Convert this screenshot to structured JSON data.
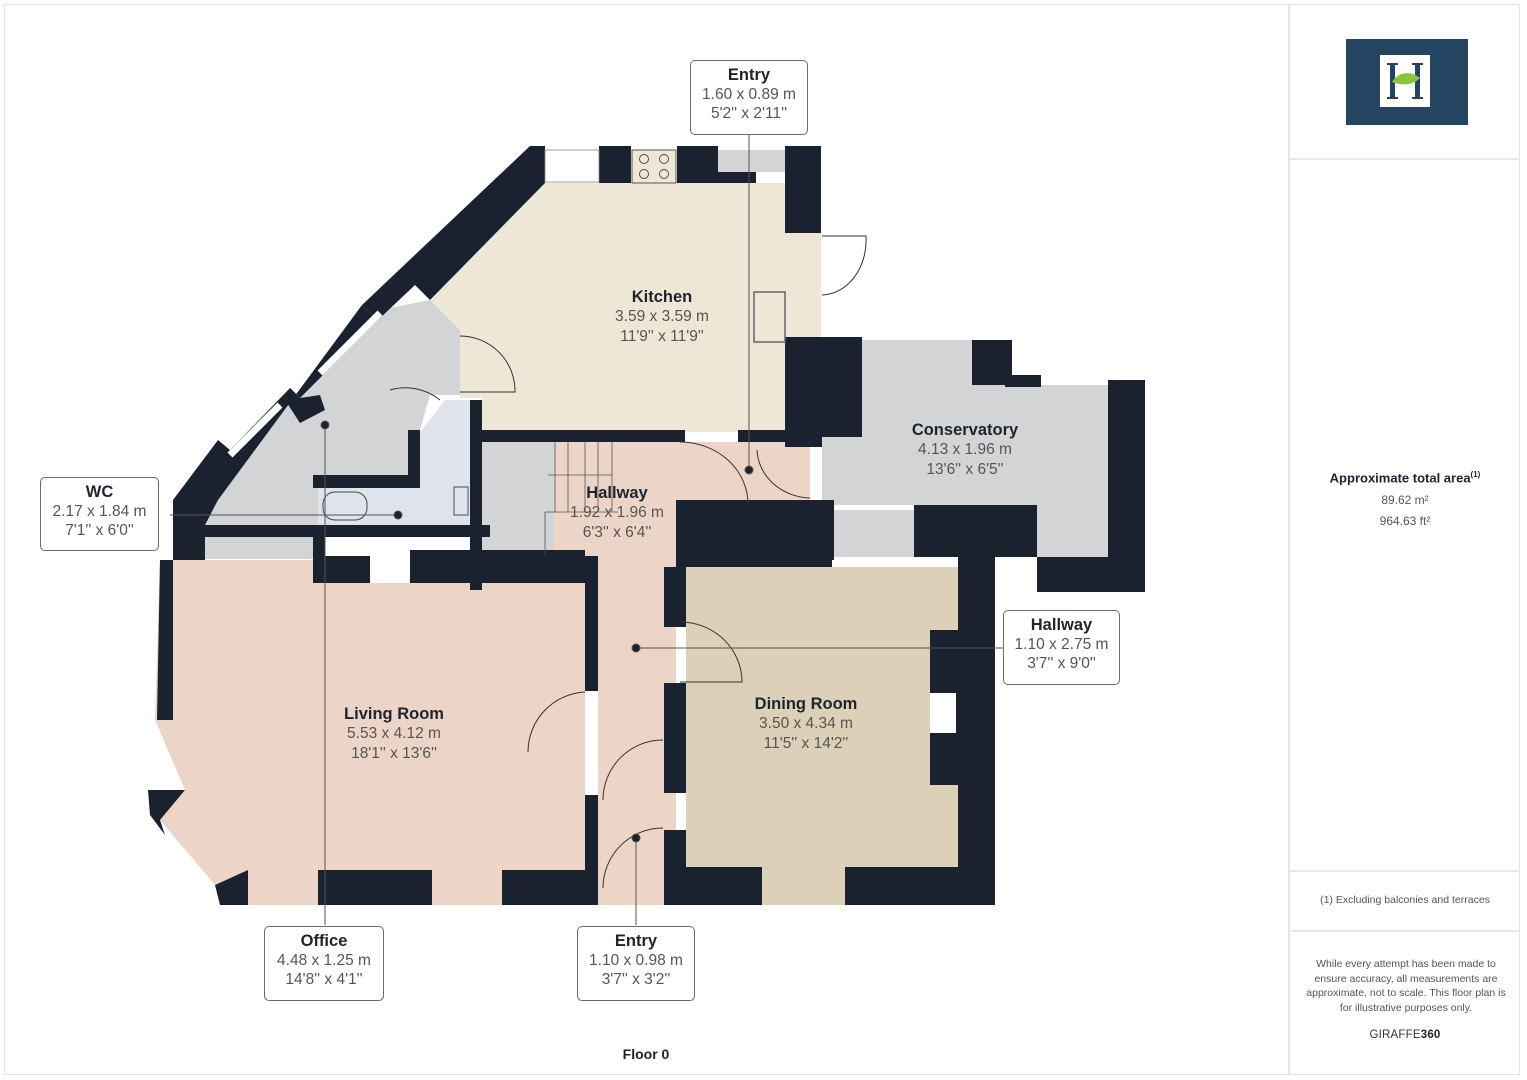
{
  "floor": {
    "label": "Floor 0"
  },
  "colors": {
    "wall": "#1a2230",
    "kitchen": "#efe7d6",
    "hallway": "#ecd5c6",
    "living": "#ecd5c6",
    "dining": "#dcd1b8",
    "grey_room": "#d3d4d6",
    "wc": "#dfe3ec",
    "logo_bg": "#244462",
    "logo_leaf": "#8bc53f"
  },
  "rooms": [
    {
      "id": "kitchen",
      "name": "Kitchen",
      "metric": "3.59 x 3.59 m",
      "imperial": "11'9'' x 11'9''"
    },
    {
      "id": "conservatory",
      "name": "Conservatory",
      "metric": "4.13 x 1.96 m",
      "imperial": "13'6'' x 6'5''"
    },
    {
      "id": "hallway_main",
      "name": "Hallway",
      "metric": "1.92 x 1.96 m",
      "imperial": "6'3'' x 6'4''"
    },
    {
      "id": "living_room",
      "name": "Living Room",
      "metric": "5.53 x 4.12 m",
      "imperial": "18'1'' x 13'6''"
    },
    {
      "id": "dining_room",
      "name": "Dining Room",
      "metric": "3.50 x 4.34 m",
      "imperial": "11'5'' x 14'2''"
    }
  ],
  "callouts": [
    {
      "id": "entry_top",
      "name": "Entry",
      "metric": "1.60 x 0.89 m",
      "imperial": "5'2'' x 2'11''"
    },
    {
      "id": "wc",
      "name": "WC",
      "metric": "2.17 x 1.84 m",
      "imperial": "7'1'' x 6'0''"
    },
    {
      "id": "hallway_side",
      "name": "Hallway",
      "metric": "1.10 x 2.75 m",
      "imperial": "3'7'' x 9'0''"
    },
    {
      "id": "office",
      "name": "Office",
      "metric": "4.48 x 1.25 m",
      "imperial": "14'8'' x 4'1''"
    },
    {
      "id": "entry_bottom",
      "name": "Entry",
      "metric": "1.10 x 0.98 m",
      "imperial": "3'7'' x 3'2''"
    }
  ],
  "sidebar": {
    "logo_icon": "house-h-leaf-logo",
    "area_title": "Approximate total area",
    "area_footnote_marker": "(1)",
    "area_m2": "89.62 m²",
    "area_ft2": "964.63 ft²",
    "footnote": "(1) Excluding balconies and terraces",
    "disclaimer": "While every attempt has been made to ensure accuracy, all measurements are approximate, not to scale. This floor plan is for illustrative purposes only.",
    "brand_prefix": "GIRAFFE",
    "brand_suffix": "360"
  }
}
